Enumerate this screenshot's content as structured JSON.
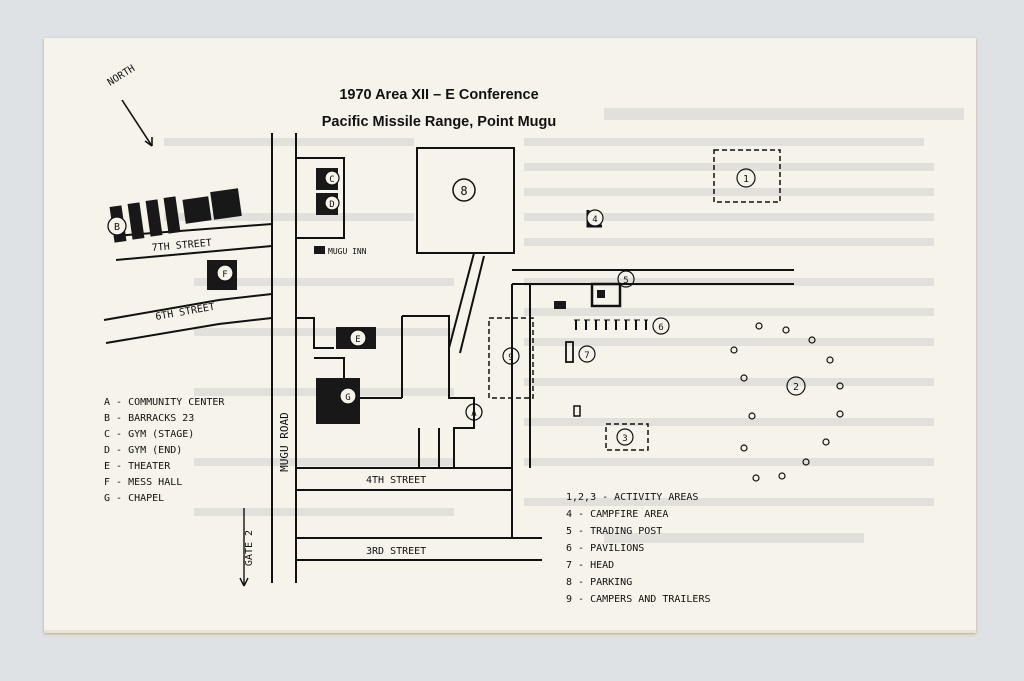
{
  "title": {
    "line1": "1970 Area XII – E Conference",
    "line2": "Pacific Missile Range, Point Mugu"
  },
  "north_label": "NORTH",
  "streets": {
    "seventh": "7TH STREET",
    "sixth": "6TH STREET",
    "fourth": "4TH STREET",
    "third": "3RD STREET",
    "mugu_road": "MUGU ROAD",
    "gate2": "GATE 2",
    "mugu_inn": "MUGU INN"
  },
  "buildings": {
    "A": "A",
    "B": "B",
    "C": "C",
    "D": "D",
    "E": "E",
    "F": "F",
    "G": "G"
  },
  "areas": {
    "a1": "1",
    "a2": "2",
    "a3": "3",
    "a4": "4",
    "a5": "5",
    "a6": "6",
    "a7": "7",
    "a8": "8",
    "a9": "9"
  },
  "legend_left": [
    "A - COMMUNITY CENTER",
    "B - BARRACKS 23",
    "C - GYM (STAGE)",
    "D - GYM (END)",
    "E - THEATER",
    "F - MESS HALL",
    "G - CHAPEL"
  ],
  "legend_right": [
    "1,2,3 - ACTIVITY AREAS",
    "4 - CAMPFIRE AREA",
    "5 - TRADING POST",
    "6 - PAVILIONS",
    "7 - HEAD",
    "8 - PARKING",
    "9 - CAMPERS AND TRAILERS"
  ],
  "colors": {
    "ink": "#111111",
    "paper": "#f6f3ea",
    "background": "#dfe2e5"
  }
}
